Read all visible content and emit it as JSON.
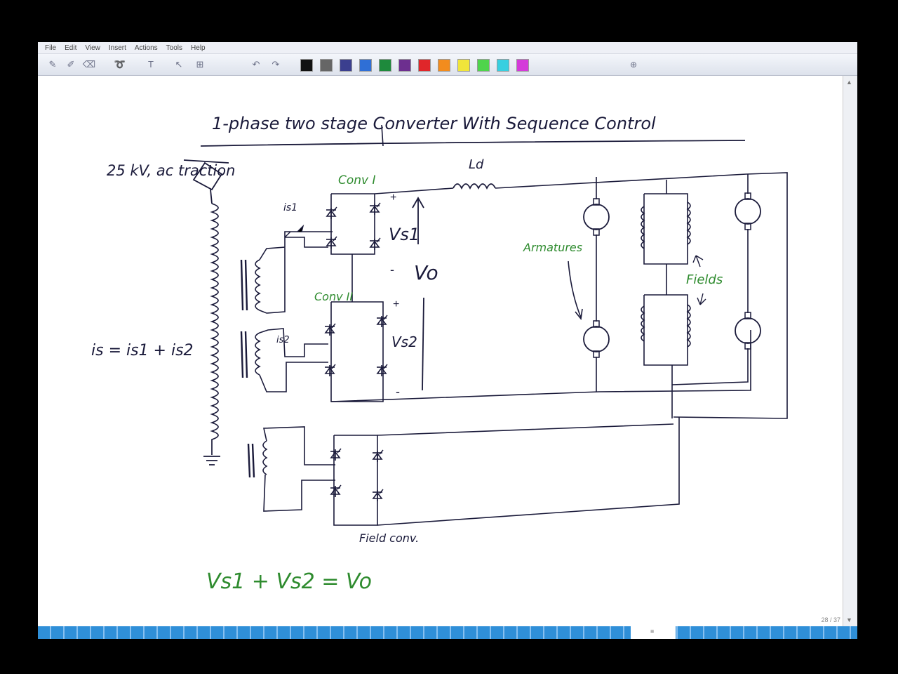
{
  "menu": [
    "File",
    "Edit",
    "View",
    "Insert",
    "Actions",
    "Tools",
    "Help"
  ],
  "toolbar": {
    "tools": [
      {
        "icon": "pen-icon",
        "glyph": "✎"
      },
      {
        "icon": "highlighter-icon",
        "glyph": "✐"
      },
      {
        "icon": "eraser-icon",
        "glyph": "⌫"
      },
      {
        "icon": "lasso-icon",
        "glyph": "➰"
      },
      {
        "icon": "text-icon",
        "glyph": "T"
      },
      {
        "icon": "pointer-icon",
        "glyph": "↖"
      },
      {
        "icon": "insert-space-icon",
        "glyph": "⊞"
      },
      {
        "icon": "undo-icon",
        "glyph": "↶"
      },
      {
        "icon": "redo-icon",
        "glyph": "↷"
      }
    ],
    "colors": [
      "#111111",
      "#666666",
      "#3b3f8f",
      "#2f6fd6",
      "#1e8a3c",
      "#6d2f8f",
      "#e0262a",
      "#f28c1e",
      "#f0e53a",
      "#4fd44c",
      "#37cfe0",
      "#d43ad9"
    ],
    "zoom_icon": "zoom-icon"
  },
  "board": {
    "title": "1-phase two stage Converter With Sequence Control",
    "supply": "25 kV, ac traction",
    "conv1": "Conv I",
    "conv2": "Conv II",
    "is1": "is1",
    "is2": "is2",
    "vs1": "Vs1",
    "vs2": "Vs2",
    "vo": "Vo",
    "ld": "Ld",
    "armatures": "Armatures",
    "fields": "Fields",
    "field_conv": "Field conv.",
    "current_eq": "is = is1 + is2",
    "voltage_eq": "Vs1 + Vs2 = Vo",
    "plus1": "+",
    "minus1": "-",
    "plus2": "+",
    "minus2": "-"
  },
  "page_indicator": "28 / 37",
  "colors": {
    "ink": "#1a1a3a",
    "green": "#2e8b2e",
    "taskbar": "#2f8fd8"
  }
}
